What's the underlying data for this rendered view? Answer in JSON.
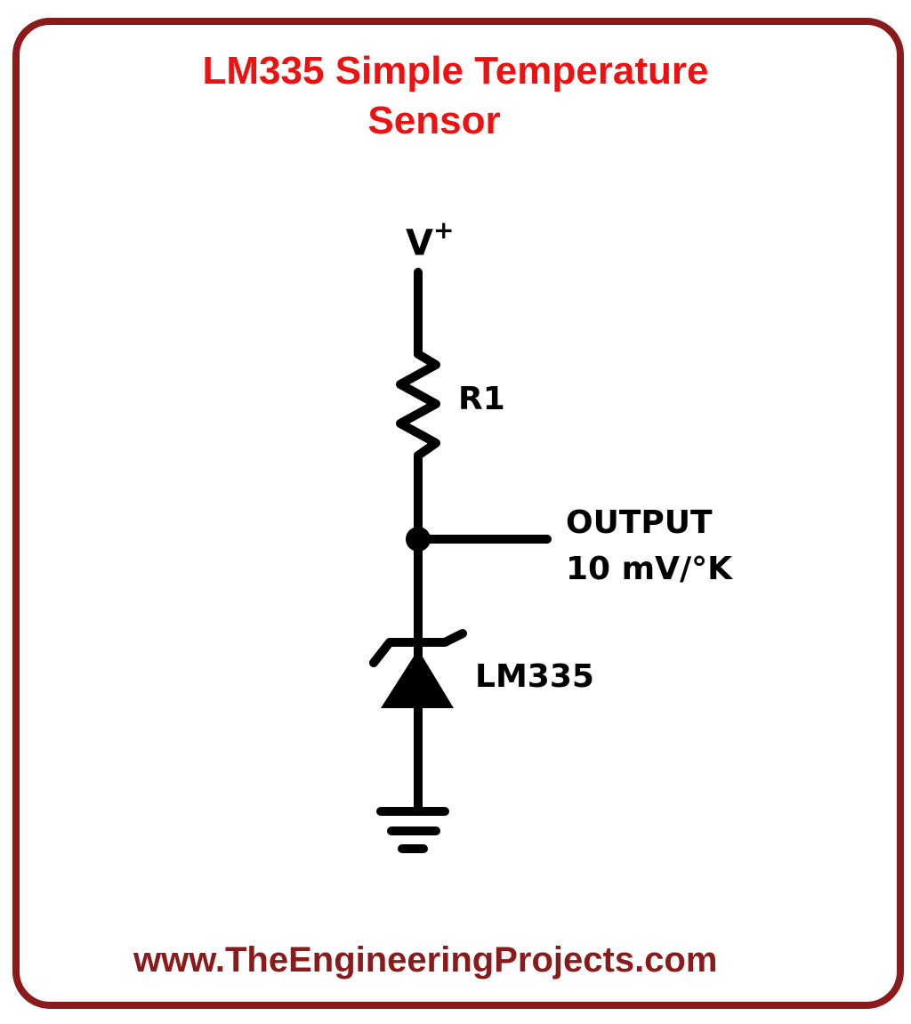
{
  "title": {
    "line1": "LM335 Simple Temperature",
    "line2": "Sensor"
  },
  "labels": {
    "supply": "V",
    "supply_superscript": "+",
    "resistor": "R1",
    "output": "OUTPUT",
    "output_scale": "10 mV/°K",
    "sensor": "LM335"
  },
  "footer": {
    "website": "www.TheEngineeringProjects.com"
  },
  "colors": {
    "title": "#ee1111",
    "frame": "#8b1a1a",
    "website": "#8b1a1a",
    "wires": "#000000"
  }
}
